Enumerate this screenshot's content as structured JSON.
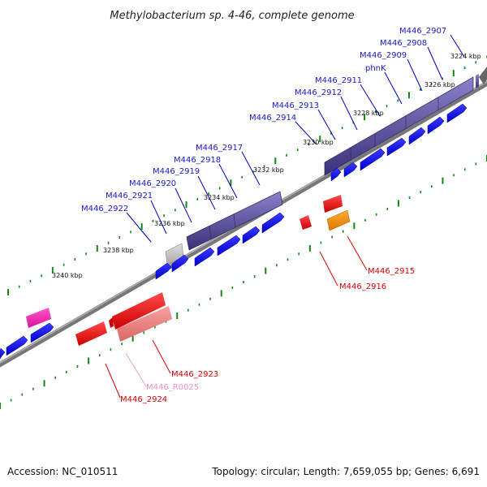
{
  "title": "Methylobacterium sp. 4-46, complete genome",
  "footer": {
    "accession": "Accession: NC_010511",
    "topology": "Topology: circular; Length: 7,659,055 bp; Genes: 6,691"
  },
  "colors": {
    "forward_cds": "#0000ee",
    "cog_purple": "#4a4090",
    "cog_grey": "#bcbcbc",
    "reverse_red": "#ee0000",
    "reverse_pink": "#ee7777",
    "rna_orange": "#ee8800",
    "magenta": "#ee22aa",
    "backbone": "#888888",
    "ticks": "#117711"
  },
  "kbp_labels": [
    "3224 kbp",
    "3226 kbp",
    "3228 kbp",
    "3230 kbp",
    "3232 kbp",
    "3234 kbp",
    "3236 kbp",
    "3238 kbp",
    "3240 kbp"
  ],
  "gene_labels": [
    {
      "text": "M446_2907",
      "strand": "forward"
    },
    {
      "text": "M446_2908",
      "strand": "forward"
    },
    {
      "text": "M446_2909",
      "strand": "forward"
    },
    {
      "text": "phnK",
      "strand": "forward"
    },
    {
      "text": "M446_2911",
      "strand": "forward"
    },
    {
      "text": "M446_2912",
      "strand": "forward"
    },
    {
      "text": "M446_2913",
      "strand": "forward"
    },
    {
      "text": "M446_2914",
      "strand": "forward"
    },
    {
      "text": "M446_2917",
      "strand": "forward"
    },
    {
      "text": "M446_2918",
      "strand": "forward"
    },
    {
      "text": "M446_2919",
      "strand": "forward"
    },
    {
      "text": "M446_2920",
      "strand": "forward"
    },
    {
      "text": "M446_2921",
      "strand": "forward"
    },
    {
      "text": "M446_2922",
      "strand": "forward"
    },
    {
      "text": "M446_2915",
      "strand": "reverse"
    },
    {
      "text": "M446_2916",
      "strand": "reverse"
    },
    {
      "text": "M446_2923",
      "strand": "reverse"
    },
    {
      "text": "M446_R0025",
      "strand": "rna"
    },
    {
      "text": "M446_2924",
      "strand": "reverse"
    }
  ]
}
